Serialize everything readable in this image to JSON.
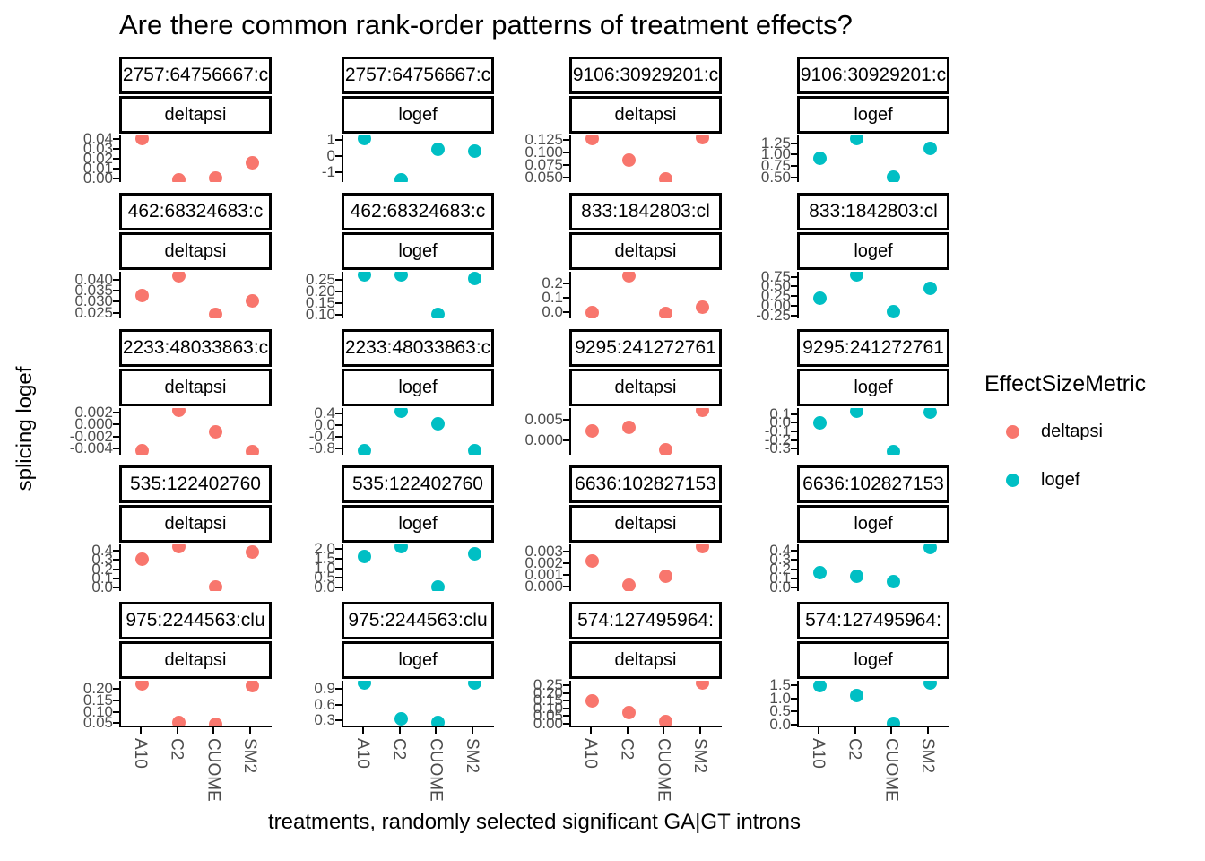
{
  "title": "Are there common rank-order patterns of treatment effects?",
  "x_axis_title": "treatments, randomly selected significant GA|GT introns",
  "y_axis_title": "splicing logef",
  "legend": {
    "title": "EffectSizeMetric",
    "items": [
      {
        "label": "deltapsi",
        "color": "#F8766D"
      },
      {
        "label": "logef",
        "color": "#00BFC4"
      }
    ]
  },
  "colors": {
    "deltapsi": "#F8766D",
    "logef": "#00BFC4",
    "axis_text": "#4D4D4D",
    "axis_line": "#000000"
  },
  "chart_data": {
    "type": "scatter",
    "x_categories": [
      "A10",
      "C2",
      "CUOME",
      "SM2"
    ],
    "facet_rows": [
      {
        "panels": [
          {
            "strip_id": "2757:64756667:c",
            "metric": "deltapsi",
            "tick_labels": [
              "0.04",
              "0.03",
              "0.02",
              "0.01",
              "0.00"
            ],
            "tick_values": [
              0.04,
              0.03,
              0.02,
              0.01,
              0.0
            ],
            "ylim": [
              -0.004,
              0.044
            ],
            "points": [
              0.041,
              -0.002,
              0.0,
              0.016
            ]
          },
          {
            "strip_id": "2757:64756667:c",
            "metric": "logef",
            "tick_labels": [
              "1",
              "0",
              "-1"
            ],
            "tick_values": [
              1,
              0,
              -1
            ],
            "ylim": [
              -1.6,
              1.25
            ],
            "points": [
              1.05,
              -1.45,
              0.4,
              0.3
            ]
          },
          {
            "strip_id": "9106:30929201:c",
            "metric": "deltapsi",
            "tick_labels": [
              "0.125",
              "0.100",
              "0.075",
              "0.050"
            ],
            "tick_values": [
              0.125,
              0.1,
              0.075,
              0.05
            ],
            "ylim": [
              0.04,
              0.135
            ],
            "points": [
              0.128,
              0.085,
              0.046,
              0.13
            ]
          },
          {
            "strip_id": "9106:30929201:c",
            "metric": "logef",
            "tick_labels": [
              "1.25",
              "1.00",
              "0.75",
              "0.50"
            ],
            "tick_values": [
              1.25,
              1.0,
              0.75,
              0.5
            ],
            "ylim": [
              0.4,
              1.42
            ],
            "points": [
              0.92,
              1.36,
              0.5,
              1.13
            ]
          }
        ]
      },
      {
        "panels": [
          {
            "strip_id": "462:68324683:c",
            "metric": "deltapsi",
            "tick_labels": [
              "0.040",
              "0.035",
              "0.030",
              "0.025"
            ],
            "tick_values": [
              0.04,
              0.035,
              0.03,
              0.025
            ],
            "ylim": [
              0.0225,
              0.0435
            ],
            "points": [
              0.033,
              0.0415,
              0.0245,
              0.0305
            ]
          },
          {
            "strip_id": "462:68324683:c",
            "metric": "logef",
            "tick_labels": [
              "0.25",
              "0.20",
              "0.15",
              "0.10"
            ],
            "tick_values": [
              0.25,
              0.2,
              0.15,
              0.1
            ],
            "ylim": [
              0.083,
              0.283
            ],
            "points": [
              0.268,
              0.268,
              0.1,
              0.255
            ]
          },
          {
            "strip_id": "833:1842803:cl",
            "metric": "deltapsi",
            "tick_labels": [
              "0.2",
              "0.1",
              "0.0"
            ],
            "tick_values": [
              0.2,
              0.1,
              0.0
            ],
            "ylim": [
              -0.045,
              0.28
            ],
            "points": [
              -0.005,
              0.255,
              -0.01,
              0.035
            ]
          },
          {
            "strip_id": "833:1842803:cl",
            "metric": "logef",
            "tick_labels": [
              "0.75",
              "0.50",
              "0.25",
              "0.00",
              "-0.25"
            ],
            "tick_values": [
              0.75,
              0.5,
              0.25,
              0.0,
              -0.25
            ],
            "ylim": [
              -0.33,
              0.88
            ],
            "points": [
              0.2,
              0.8,
              -0.15,
              0.45
            ]
          }
        ]
      },
      {
        "panels": [
          {
            "strip_id": "2233:48033863:c",
            "metric": "deltapsi",
            "tick_labels": [
              "0.002",
              "0.000",
              "-0.002",
              "-0.004"
            ],
            "tick_values": [
              0.002,
              0.0,
              -0.002,
              -0.004
            ],
            "ylim": [
              -0.0051,
              0.0028
            ],
            "points": [
              -0.0044,
              0.0024,
              -0.0012,
              -0.0046
            ]
          },
          {
            "strip_id": "2233:48033863:c",
            "metric": "logef",
            "tick_labels": [
              "0.4",
              "0.0",
              "-0.4",
              "-0.8"
            ],
            "tick_values": [
              0.4,
              0.0,
              -0.4,
              -0.8
            ],
            "ylim": [
              -1.0,
              0.58
            ],
            "points": [
              -0.85,
              0.48,
              0.05,
              -0.87
            ]
          },
          {
            "strip_id": "9295:241272761",
            "metric": "deltapsi",
            "tick_labels": [
              "0.005",
              "0.000"
            ],
            "tick_values": [
              0.005,
              0.0
            ],
            "ylim": [
              -0.0035,
              0.0078
            ],
            "points": [
              0.0022,
              0.0032,
              -0.0022,
              0.0072
            ]
          },
          {
            "strip_id": "9295:241272761",
            "metric": "logef",
            "tick_labels": [
              "0.1",
              "0.0",
              "-0.1",
              "-0.2",
              "-0.3"
            ],
            "tick_values": [
              0.1,
              0.0,
              -0.1,
              -0.2,
              -0.3
            ],
            "ylim": [
              -0.37,
              0.17
            ],
            "points": [
              0.0,
              0.135,
              -0.33,
              0.125
            ]
          }
        ]
      },
      {
        "panels": [
          {
            "strip_id": "535:122402760",
            "metric": "deltapsi",
            "tick_labels": [
              "0.4",
              "0.3",
              "0.2",
              "0.1",
              "0.0"
            ],
            "tick_values": [
              0.4,
              0.3,
              0.2,
              0.1,
              0.0
            ],
            "ylim": [
              -0.04,
              0.47
            ],
            "points": [
              0.31,
              0.445,
              0.0,
              0.385
            ]
          },
          {
            "strip_id": "535:122402760",
            "metric": "logef",
            "tick_labels": [
              "2.0",
              "1.5",
              "1.0",
              "0.5",
              "0.0"
            ],
            "tick_values": [
              2.0,
              1.5,
              1.0,
              0.5,
              0.0
            ],
            "ylim": [
              -0.18,
              2.25
            ],
            "points": [
              1.62,
              2.12,
              0.05,
              1.78
            ]
          },
          {
            "strip_id": "6636:102827153",
            "metric": "deltapsi",
            "tick_labels": [
              "0.003",
              "0.002",
              "0.001",
              "0.000"
            ],
            "tick_values": [
              0.003,
              0.002,
              0.001,
              0.0
            ],
            "ylim": [
              -0.0004,
              0.0036
            ],
            "points": [
              0.0022,
              0.0001,
              0.0009,
              0.0034
            ]
          },
          {
            "strip_id": "6636:102827153",
            "metric": "logef",
            "tick_labels": [
              "0.4",
              "0.3",
              "0.2",
              "0.1",
              "0.0"
            ],
            "tick_values": [
              0.4,
              0.3,
              0.2,
              0.1,
              0.0
            ],
            "ylim": [
              -0.04,
              0.47
            ],
            "points": [
              0.16,
              0.12,
              0.06,
              0.44
            ]
          }
        ]
      },
      {
        "panels": [
          {
            "strip_id": "975:2244563:clu",
            "metric": "deltapsi",
            "tick_labels": [
              "0.20",
              "0.15",
              "0.10",
              "0.05"
            ],
            "tick_values": [
              0.2,
              0.15,
              0.1,
              0.05
            ],
            "ylim": [
              0.032,
              0.235
            ],
            "points": [
              0.22,
              0.052,
              0.047,
              0.215
            ]
          },
          {
            "strip_id": "975:2244563:clu",
            "metric": "logef",
            "tick_labels": [
              "0.9",
              "0.6",
              "0.3"
            ],
            "tick_values": [
              0.9,
              0.6,
              0.3
            ],
            "ylim": [
              0.17,
              1.05
            ],
            "points": [
              1.0,
              0.33,
              0.27,
              1.0
            ]
          },
          {
            "strip_id": "574:127495964:",
            "metric": "deltapsi",
            "tick_labels": [
              "0.25",
              "0.20",
              "0.15",
              "0.10",
              "0.05",
              "0.00"
            ],
            "tick_values": [
              0.25,
              0.2,
              0.15,
              0.1,
              0.05,
              0.0
            ],
            "ylim": [
              -0.025,
              0.28
            ],
            "points": [
              0.15,
              0.07,
              0.012,
              0.265
            ]
          },
          {
            "strip_id": "574:127495964:",
            "metric": "logef",
            "tick_labels": [
              "1.5",
              "1.0",
              "0.5",
              "0.0"
            ],
            "tick_values": [
              1.5,
              1.0,
              0.5,
              0.0
            ],
            "ylim": [
              -0.12,
              1.68
            ],
            "points": [
              1.48,
              1.12,
              0.02,
              1.58
            ]
          }
        ]
      }
    ]
  }
}
